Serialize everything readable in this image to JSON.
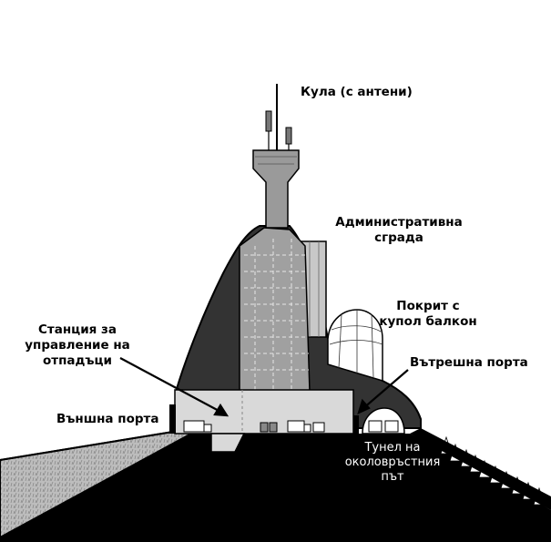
{
  "diagram": {
    "labels": {
      "tower": "Кула (с антени)",
      "admin_line1": "Административна",
      "admin_line2": "сграда",
      "dome_line1": "Покрит с",
      "dome_line2": "купол балкон",
      "waste_line1": "Станция за",
      "waste_line2": "управление на",
      "waste_line3": "отпадъци",
      "inner_gate": "Вътрешна порта",
      "outer_gate": "Външна порта",
      "tunnel_line1": "Тунел на",
      "tunnel_line2": "околовръстния",
      "tunnel_line3": "път"
    }
  }
}
